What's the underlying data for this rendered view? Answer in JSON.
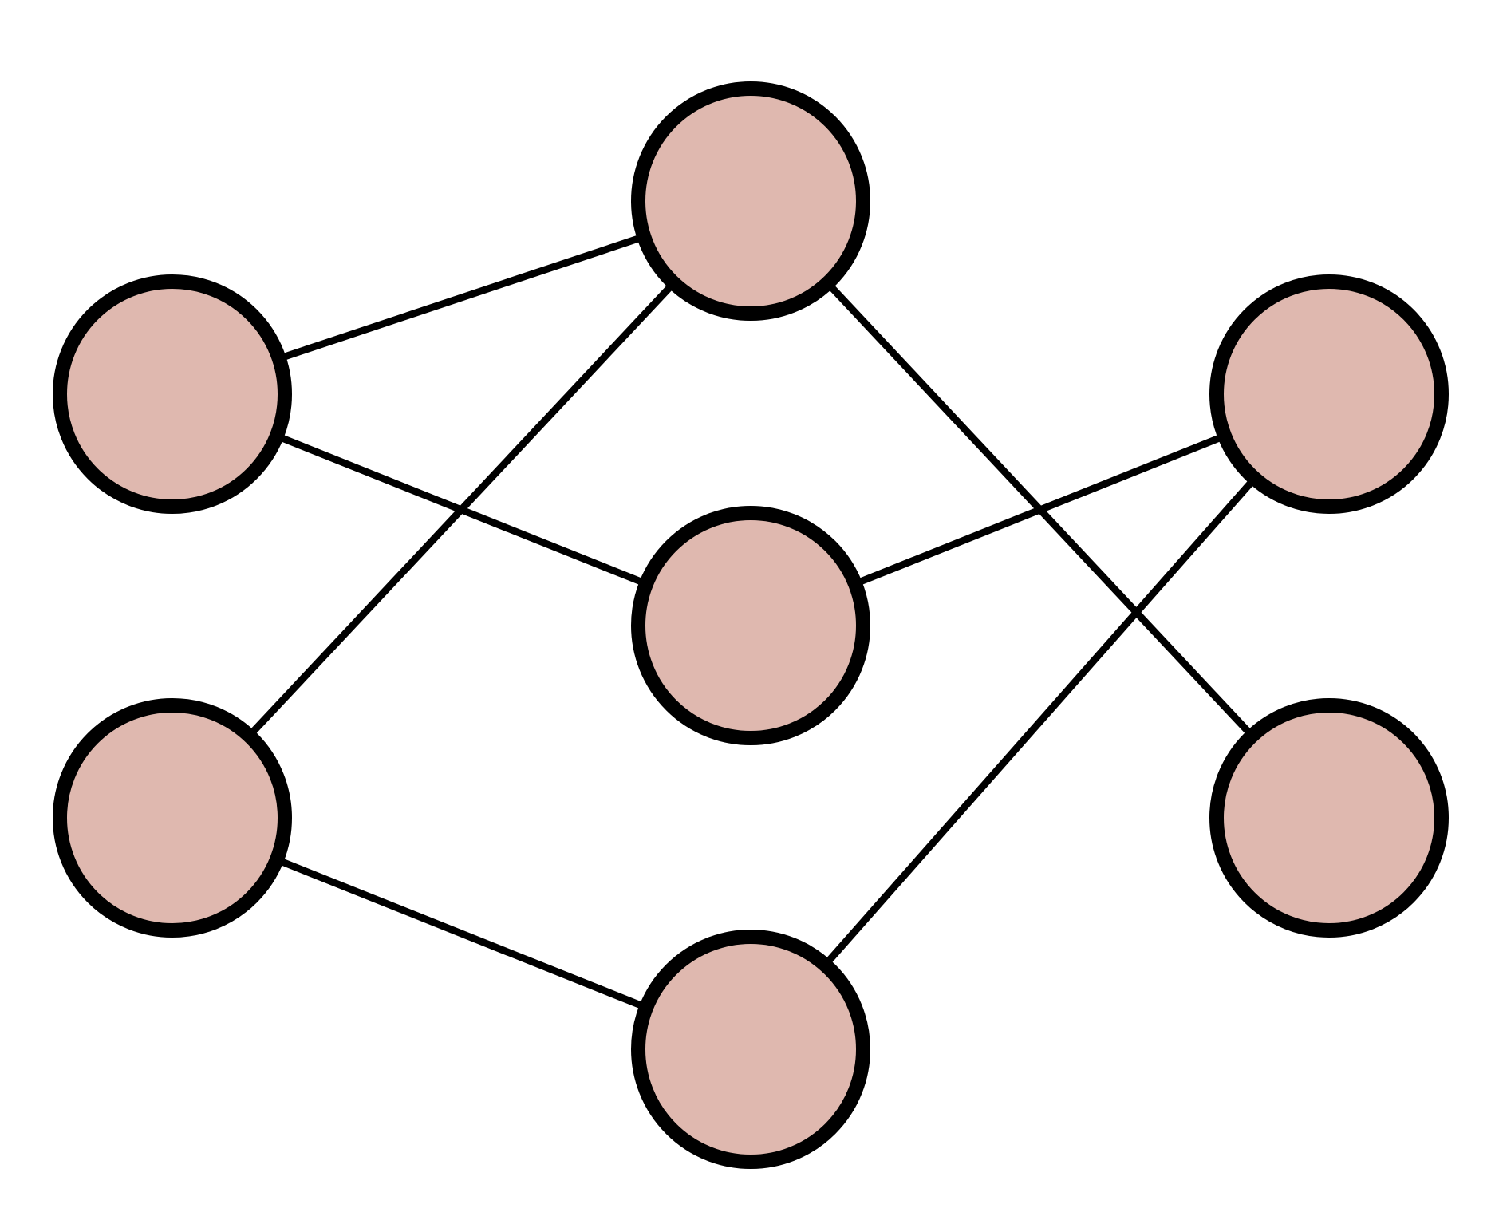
{
  "diagram": {
    "type": "network-graph",
    "layers": [
      {
        "id": "input",
        "nodes": [
          "i1",
          "i2"
        ]
      },
      {
        "id": "hidden",
        "nodes": [
          "h1",
          "h2",
          "h3"
        ]
      },
      {
        "id": "output",
        "nodes": [
          "o1",
          "o2"
        ]
      }
    ],
    "edges": [
      {
        "from": "i1",
        "to": "h1"
      },
      {
        "from": "i1",
        "to": "h2"
      },
      {
        "from": "i2",
        "to": "h1"
      },
      {
        "from": "i2",
        "to": "h3"
      },
      {
        "from": "h1",
        "to": "o2"
      },
      {
        "from": "h2",
        "to": "o1"
      },
      {
        "from": "h3",
        "to": "o1"
      }
    ],
    "colors": {
      "node_fill": "#dfb8af",
      "node_stroke": "#000000",
      "edge_stroke": "#000000",
      "background": "#ffffff"
    }
  }
}
